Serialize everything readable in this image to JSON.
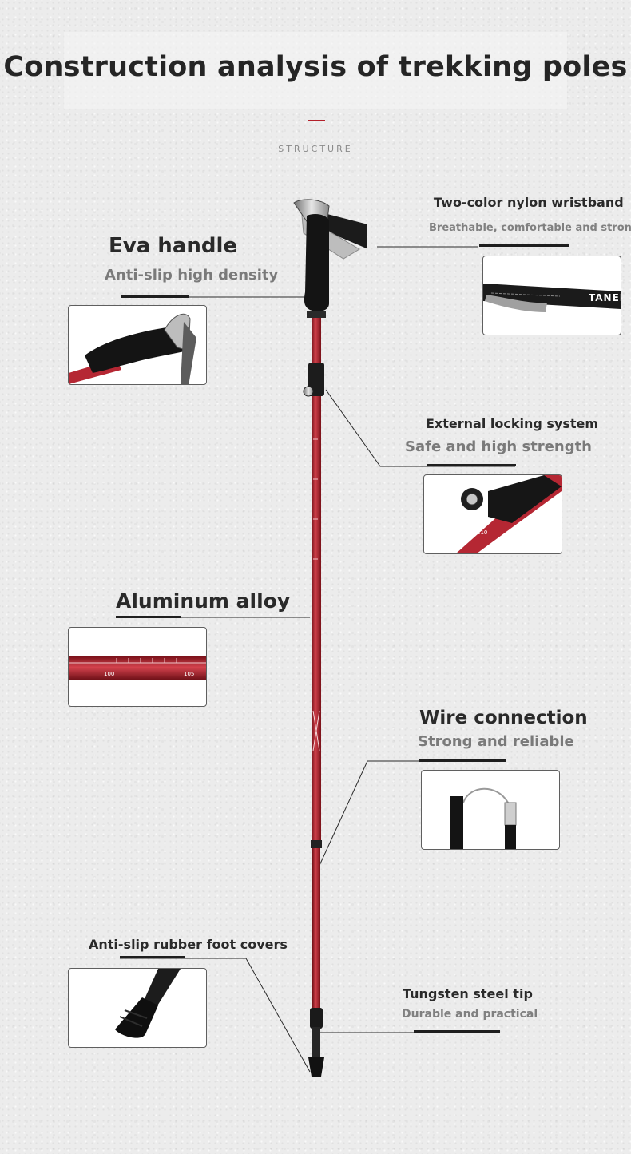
{
  "title": "Construction analysis of trekking poles",
  "subtitle": "STRUCTURE",
  "colors": {
    "accent": "#b3202a",
    "pole_red": "#b01e2c",
    "foam": "#111111",
    "text_dark": "#2a2a2a",
    "text_gray": "#7a7a7a",
    "frame": "#5f5f5f"
  },
  "callouts": {
    "eva": {
      "heading": "Eva handle",
      "sub": "Anti-slip high density",
      "image": "eva-handle-closeup"
    },
    "wristband": {
      "heading": "Two-color nylon wristband",
      "sub": "Breathable, comfortable and strong",
      "image": "wristband-closeup",
      "brand_text": "TANER"
    },
    "lock": {
      "heading": "External locking system",
      "sub": "Safe and high strength",
      "image": "lock-closeup",
      "scale_text": "110"
    },
    "alloy": {
      "heading": "Aluminum alloy",
      "image": "alloy-tube-closeup",
      "scale_text_1": "100",
      "scale_text_2": "105"
    },
    "wire": {
      "heading": "Wire connection",
      "sub": "Strong and reliable",
      "image": "wire-closeup"
    },
    "foot": {
      "heading": "Anti-slip rubber foot covers",
      "image": "rubber-foot-closeup"
    },
    "tip": {
      "heading": "Tungsten steel tip",
      "sub": "Durable and practical"
    }
  }
}
